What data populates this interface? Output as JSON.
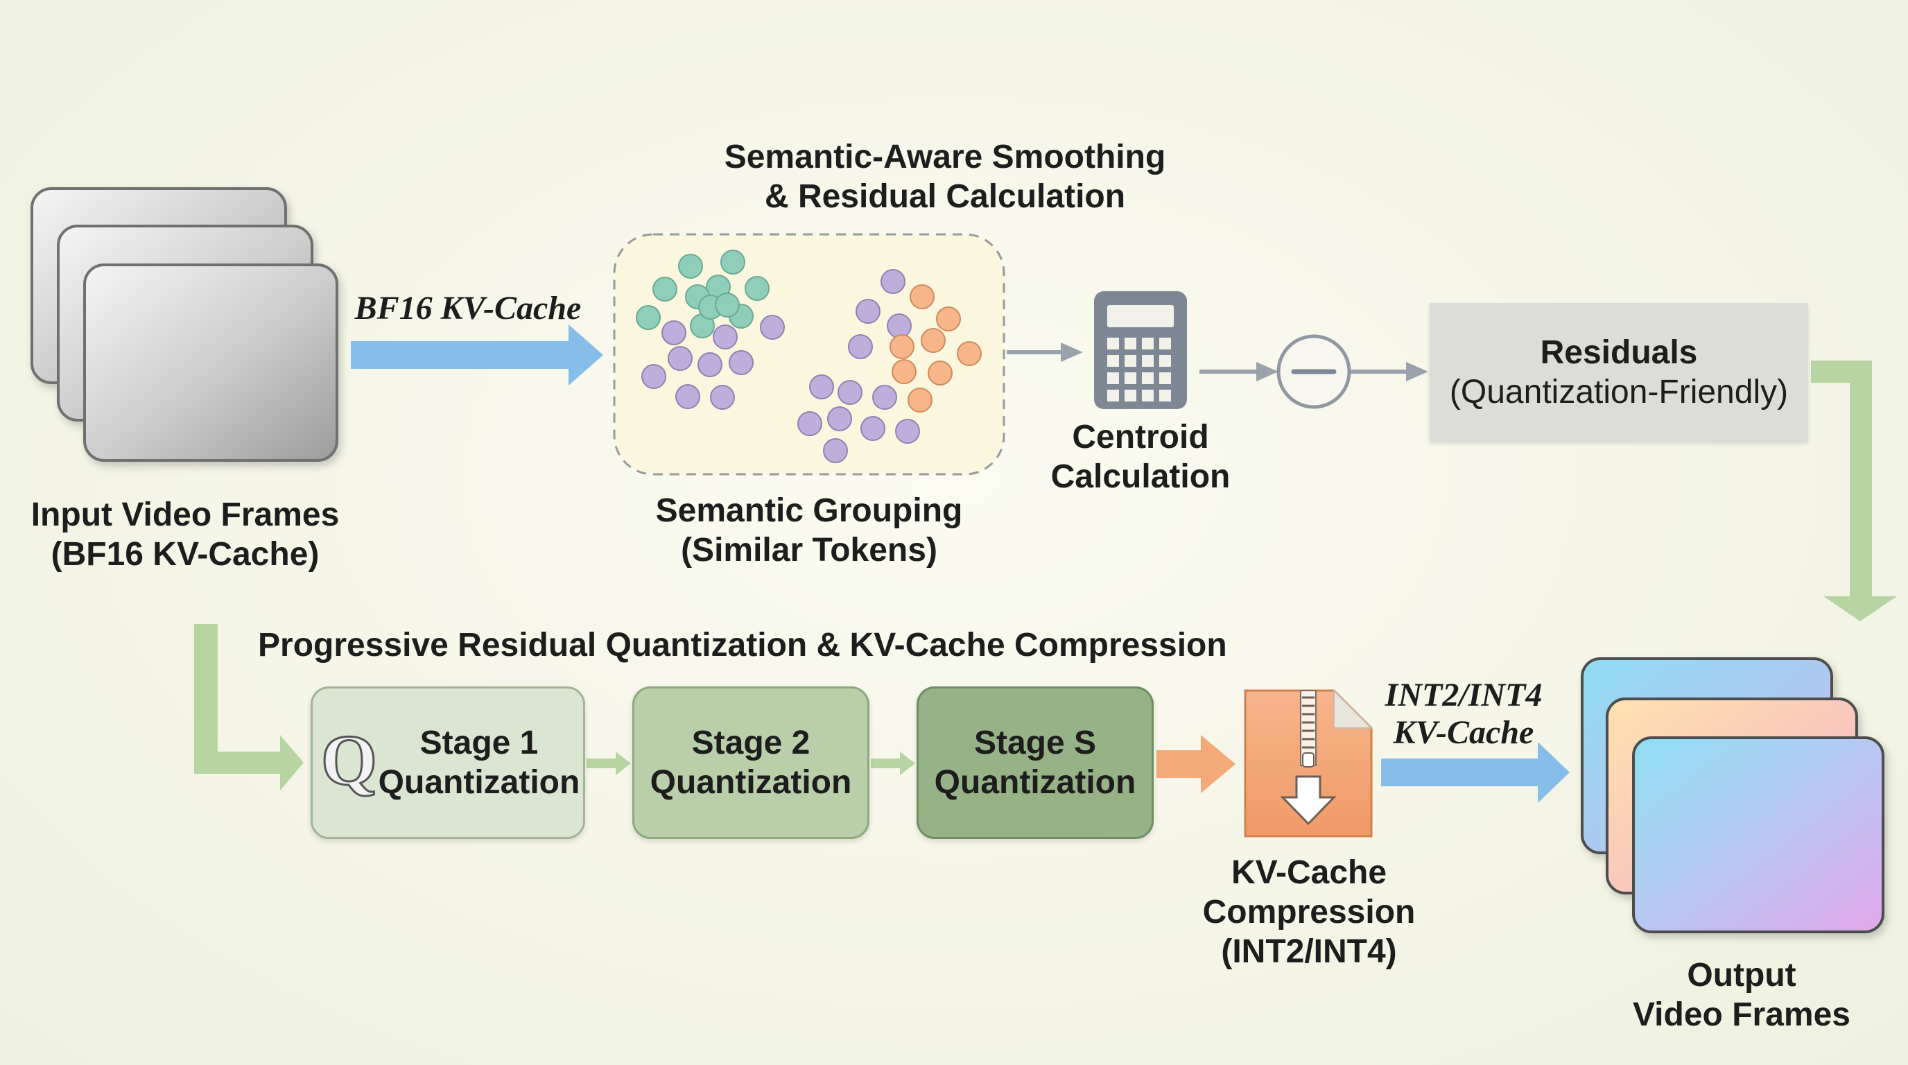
{
  "title": {
    "line1": "Semantic-Aware Smoothing",
    "line2": "& Residual Calculation"
  },
  "input_frames": {
    "line1": "Input Video Frames",
    "line2": "(BF16 KV-Cache)"
  },
  "arrow_bf16": "BF16 KV-Cache",
  "semantic_grouping": {
    "line1": "Semantic Grouping",
    "line2": "(Similar Tokens)"
  },
  "centroid": {
    "line1": "Centroid",
    "line2": "Calculation",
    "icon": "calculator-icon"
  },
  "subtract_icon": "minus-circle-icon",
  "residuals": {
    "title": "Residuals",
    "subtitle": "(Quantization-Friendly)"
  },
  "quantization_section": {
    "title": "Progressive Residual Quantization & KV-Cache Compression",
    "stages": [
      {
        "line1": "Stage 1",
        "line2": "Quantization",
        "glyph": "Q"
      },
      {
        "line1": "Stage 2",
        "line2": "Quantization"
      },
      {
        "line1": "Stage S",
        "line2": "Quantization"
      }
    ]
  },
  "compression": {
    "line1": "KV-Cache",
    "line2": "Compression",
    "line3": "(INT2/INT4)",
    "icon": "zip-file-icon"
  },
  "arrow_int": {
    "line1": "INT2/INT4",
    "line2": "KV-Cache"
  },
  "output_frames": {
    "line1": "Output",
    "line2": "Video Frames"
  },
  "colors": {
    "blue_arrow": "#86bde9",
    "green_arrow": "#b7d5a2",
    "gray_arrow": "#9aa3ad",
    "orange_accent": "#f3a978",
    "teal_token": "#8fcfb9",
    "purple_token": "#bfaedb",
    "orange_token": "#f6b68a"
  }
}
